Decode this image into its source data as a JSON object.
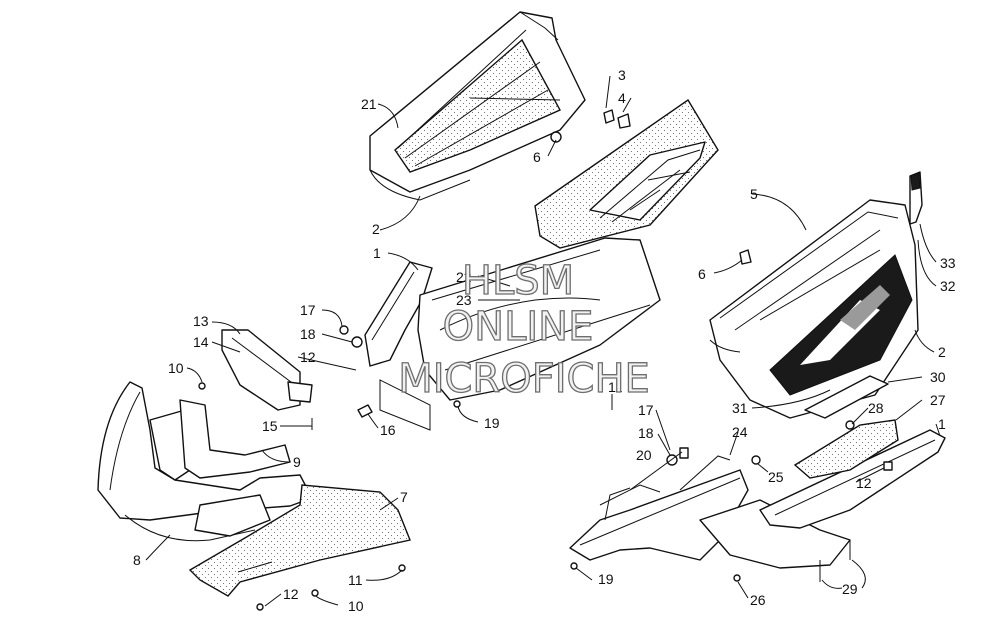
{
  "watermark": {
    "line1": "HLSM",
    "line2": "ONLINE",
    "line3": "MICROFICHE"
  },
  "callouts": {
    "c21": "21",
    "c3": "3",
    "c4": "4",
    "c6a": "6",
    "c2a": "2",
    "c5": "5",
    "c1a": "1",
    "c22": "22",
    "c23": "23",
    "c17a": "17",
    "c18a": "18",
    "c12a": "12",
    "c13": "13",
    "c14": "14",
    "c10a": "10",
    "c15": "15",
    "c16": "16",
    "c19a": "19",
    "c11a": "11",
    "c9": "9",
    "c8": "8",
    "c7": "7",
    "c11b": "11",
    "c12b": "12",
    "c10b": "10",
    "c6b": "6",
    "c33": "33",
    "c32": "32",
    "c2b": "2",
    "c30": "30",
    "c31": "31",
    "c28": "28",
    "c27": "27",
    "c1b": "1",
    "c17b": "17",
    "c18b": "18",
    "c24": "24",
    "c20": "20",
    "c25": "25",
    "c12c": "12",
    "c19b": "19",
    "c26": "26",
    "c29": "29"
  }
}
